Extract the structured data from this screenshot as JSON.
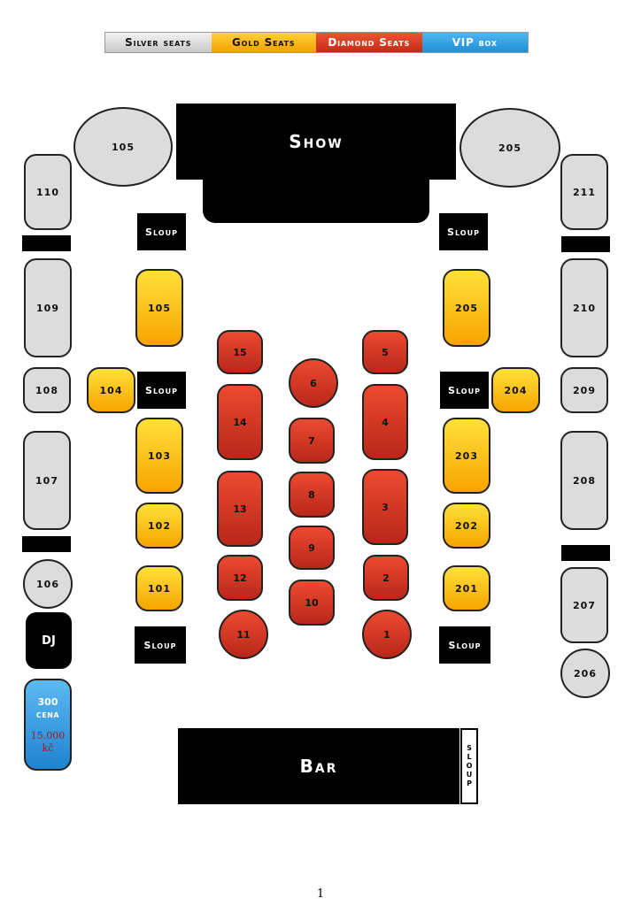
{
  "legend": {
    "silver": "Silver seats",
    "gold": "Gold Seats",
    "diamond": "Diamond Seats",
    "vip": "VIP box"
  },
  "stage": {
    "label": "Show"
  },
  "bar": {
    "label": "Bar",
    "pillar_label": "SLOUP"
  },
  "pillar_label": "Sloup",
  "dj_label": "DJ",
  "vip_box": {
    "number": "300",
    "label": "cena",
    "price": "15.000",
    "currency": "kč"
  },
  "silver_seats": [
    "105",
    "205",
    "110",
    "211",
    "109",
    "210",
    "108",
    "209",
    "107",
    "208",
    "106",
    "207",
    "206"
  ],
  "gold_seats": [
    "105",
    "205",
    "104",
    "204",
    "103",
    "203",
    "102",
    "202",
    "101",
    "201"
  ],
  "diamond_seats": [
    "15",
    "5",
    "6",
    "14",
    "4",
    "7",
    "8",
    "13",
    "3",
    "9",
    "12",
    "2",
    "10",
    "11",
    "1"
  ],
  "page_number": "1",
  "colors": {
    "silver": "#dcdcdc",
    "gold": "#f7a400",
    "diamond": "#c22a17",
    "vip": "#1f8fd8"
  }
}
